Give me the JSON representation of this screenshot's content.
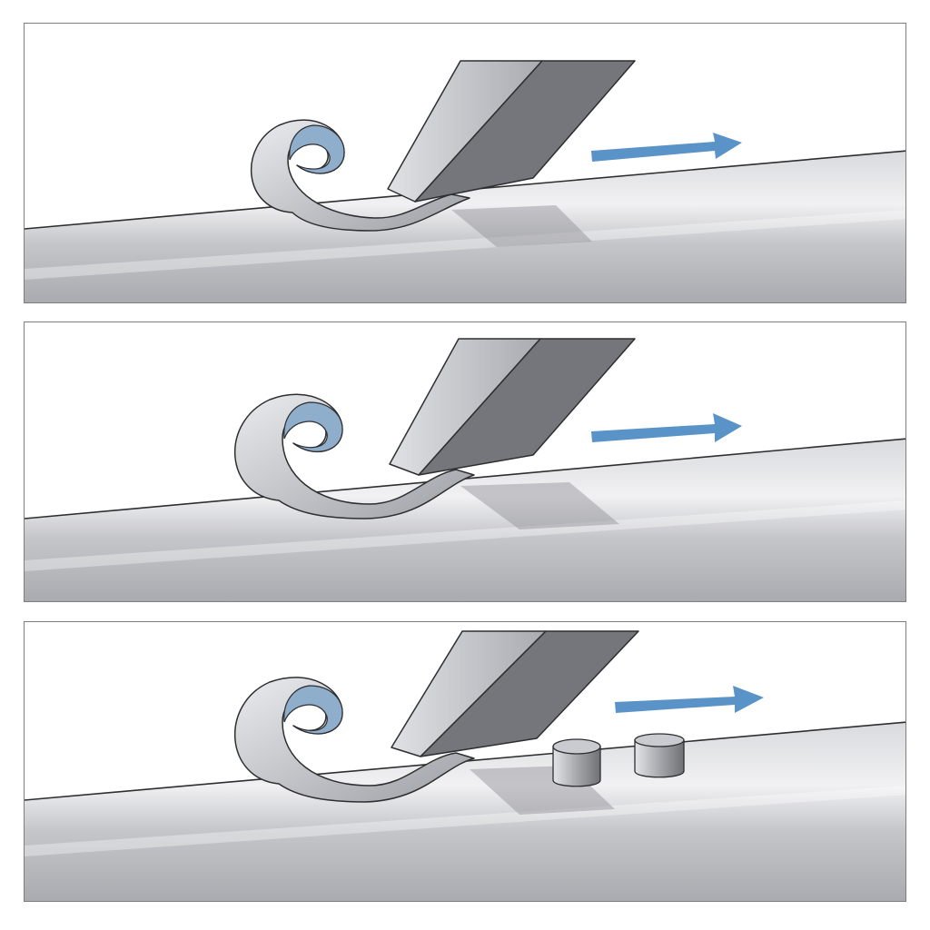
{
  "figure": {
    "panels": [
      {
        "stage": 1,
        "chips": 0,
        "cut_direction": "right"
      },
      {
        "stage": 2,
        "chips": 0,
        "cut_direction": "right"
      },
      {
        "stage": 3,
        "chips": 2,
        "cut_direction": "right"
      }
    ]
  },
  "colors": {
    "background": "#ffffff",
    "frame": "#7e7e7e",
    "workpiece_light": "#ececef",
    "workpiece_dark": "#9fa0a6",
    "tool_light": "#c6c9ce",
    "tool_dark": "#6f7074",
    "chip_outer": "#c4c7cc",
    "chip_inner": "#8faecb",
    "arrow": "#5a93c7",
    "outline": "#2e2e30"
  },
  "icons": {
    "tool": "cutting-tool-icon",
    "chip": "curled-chip-icon",
    "arrow": "arrow-right-icon",
    "fragment": "chip-fragment-icon"
  }
}
